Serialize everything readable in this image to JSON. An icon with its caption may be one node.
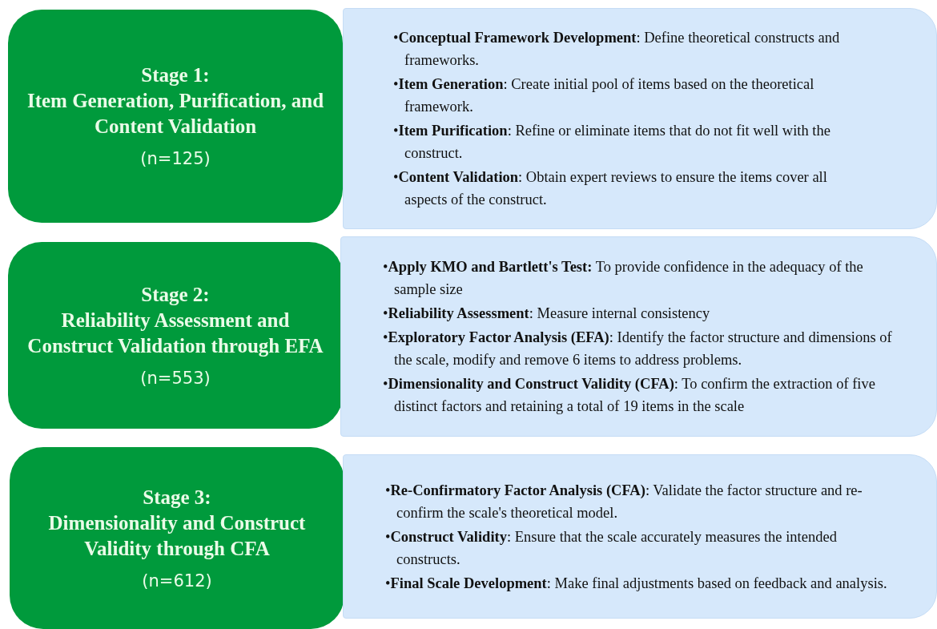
{
  "diagram": {
    "nodes": [
      {
        "text": [
          "Stage 1:",
          "Item Generation, Purification, and Content Validation",
          "(n=125)"
        ]
      },
      {
        "text": [
          "•**Conceptual Framework Development**: Define theoretical constructs and frameworks.",
          "•**Item Generation**: Create initial pool of items based on the theoretical framework.",
          "•**Item Purification**: Refine or eliminate items that do not fit well with the construct.",
          "•**Content Validation**: Obtain expert reviews to ensure the items cover all aspects of the construct."
        ]
      },
      {
        "text": [
          "Stage 2:",
          "Reliability Assessment and Construct Validation through EFA",
          "(n=553)"
        ]
      },
      {
        "text": [
          "•**Apply KMO and Bartlett's Test:** To provide confidence in the adequacy of the sample size",
          "•**Reliability Assessment**: Measure internal consistency",
          "•**Exploratory Factor Analysis (EFA)**: Identify the factor structure and dimensions of the scale, modify and remove 6 items to address problems.",
          "•**Dimensionality and Construct Validity (CFA)**: To confirm the extraction of five distinct factors and retaining a total of 19 items in the scale"
        ]
      },
      {
        "text": [
          "Stage 3:",
          "Dimensionality and Construct Validity through CFA",
          "(n=612)"
        ]
      },
      {
        "text": [
          "•**Re-Confirmatory Factor Analysis (CFA)**: Validate the factor structure and re-confirm the scale's theoretical model.",
          "•**Construct Validity**: Ensure that the scale accurately measures the intended constructs.",
          "•**Final Scale Development**: Make final adjustments based on feedback and analysis."
        ]
      }
    ]
  }
}
